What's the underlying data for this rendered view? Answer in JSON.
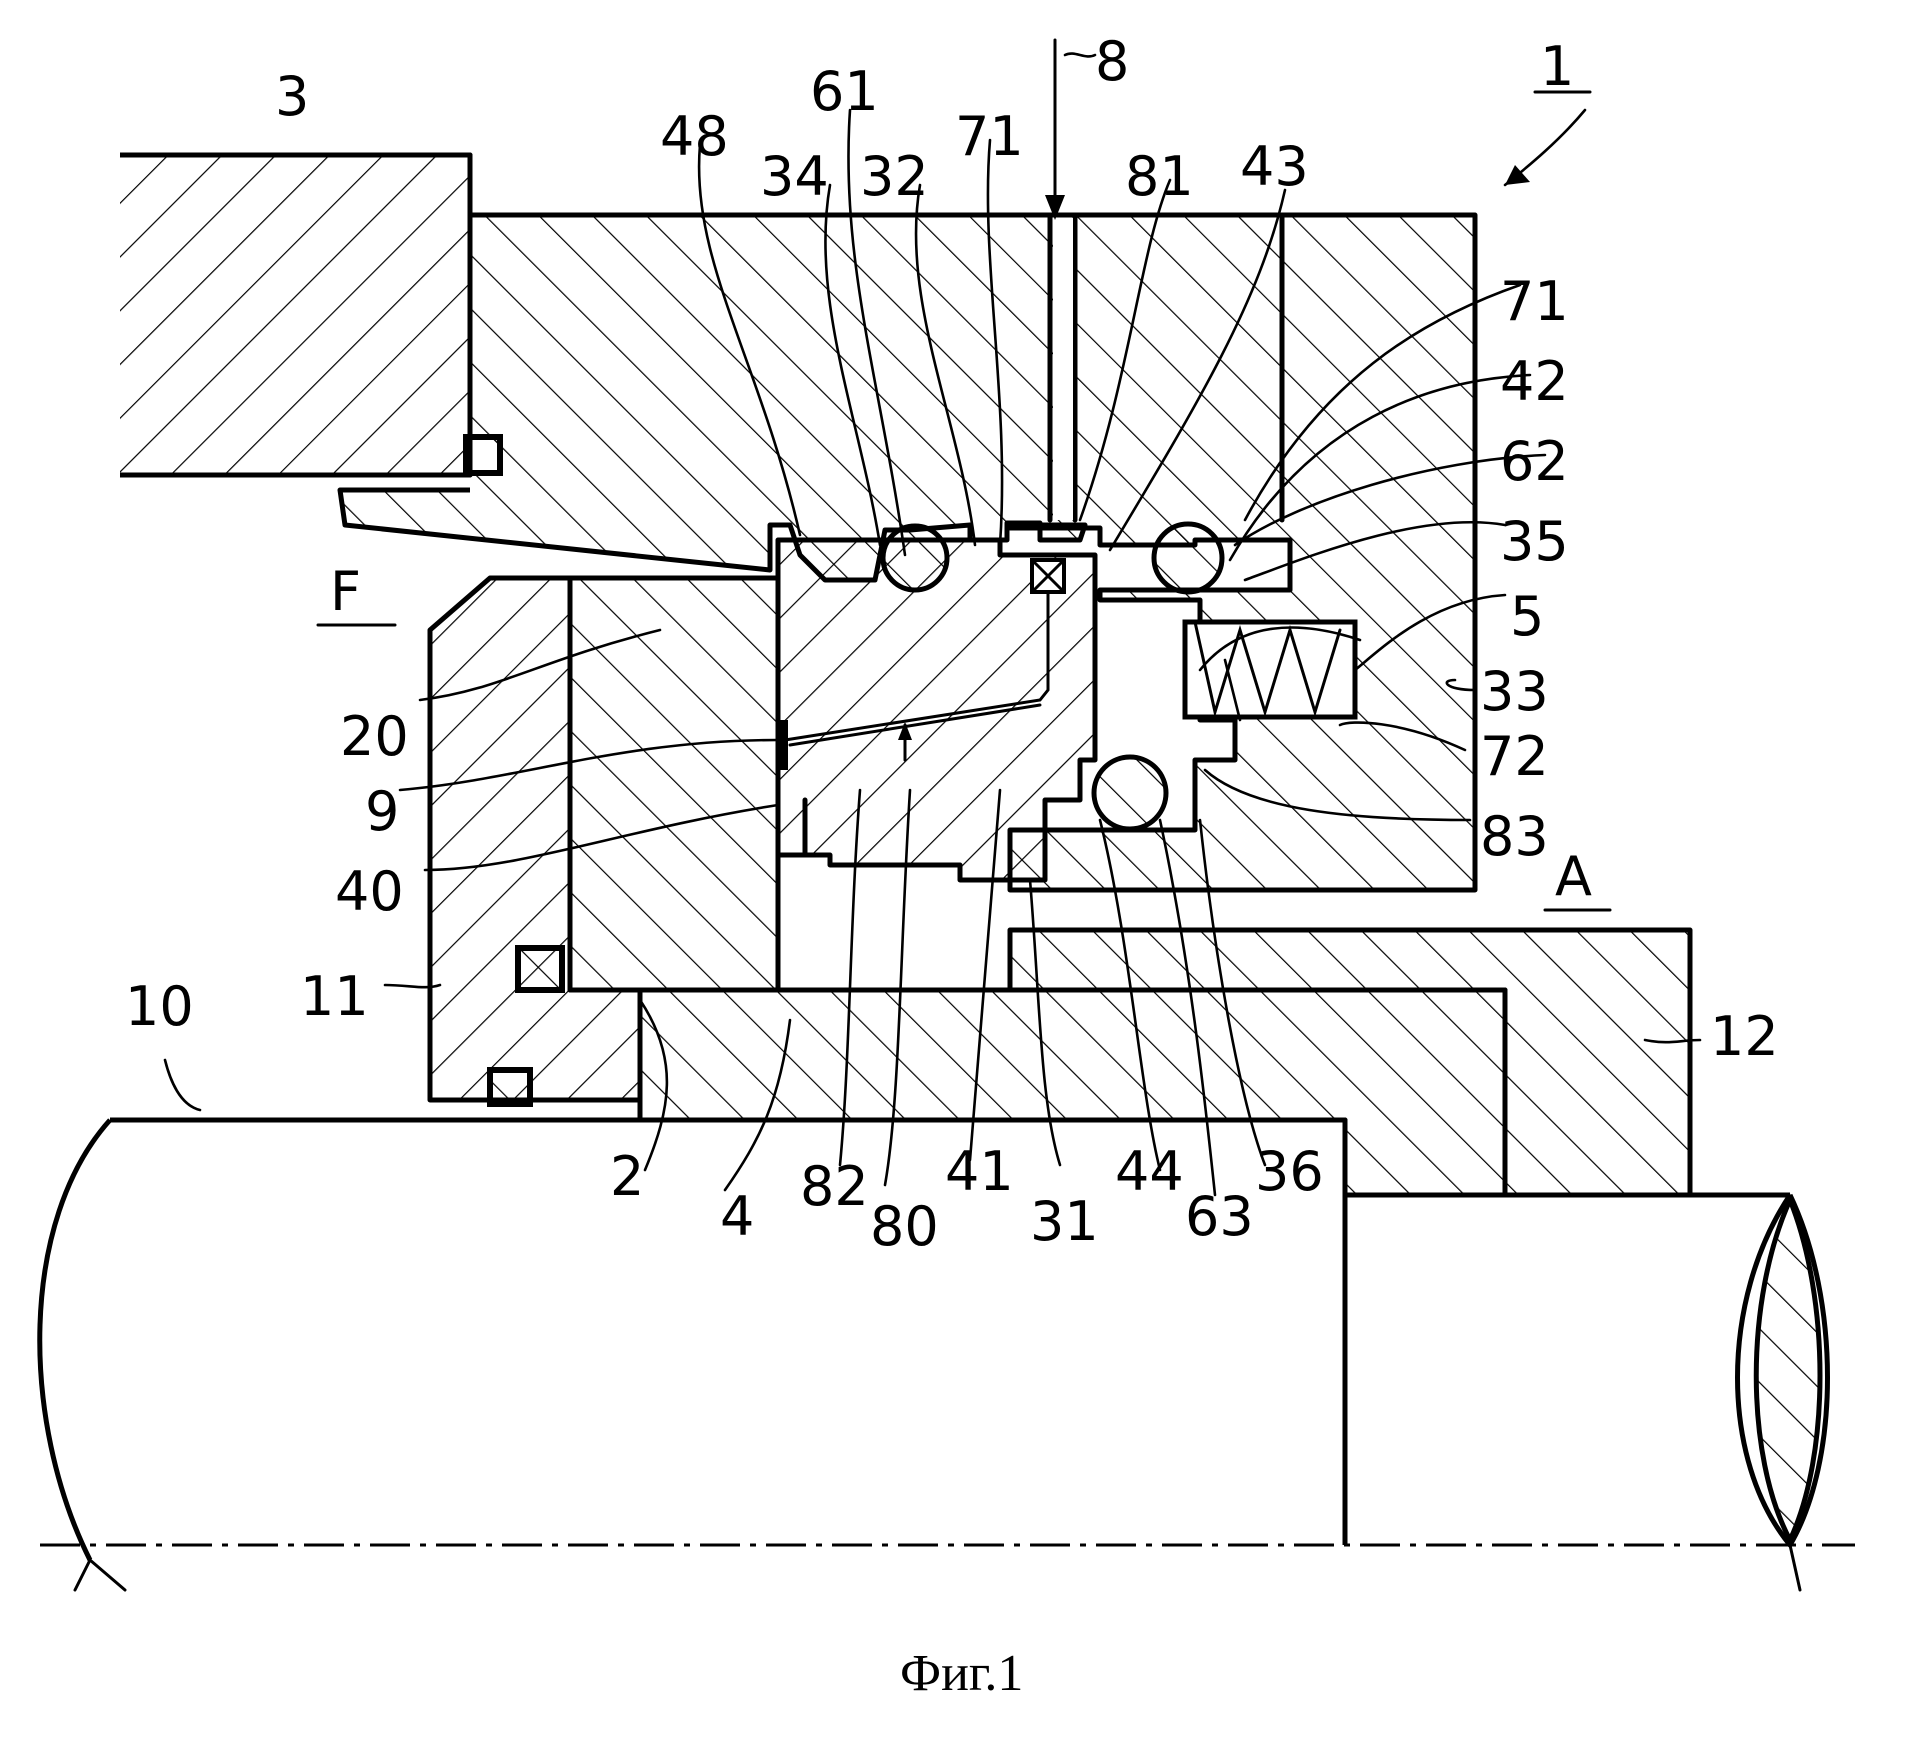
{
  "figure": {
    "caption": "Фиг.1",
    "labels": {
      "l1": "1",
      "l3": "3",
      "l8": "8",
      "l61": "61",
      "l48": "48",
      "l34": "34",
      "l32": "32",
      "l71a": "71",
      "l81": "81",
      "l43": "43",
      "l71b": "71",
      "l42": "42",
      "l62": "62",
      "l35": "35",
      "l5": "5",
      "l33": "33",
      "l72": "72",
      "l83": "83",
      "lF": "F",
      "lA": "A",
      "l20": "20",
      "l9": "9",
      "l40": "40",
      "l11": "11",
      "l10": "10",
      "l12": "12",
      "l2": "2",
      "l4": "4",
      "l82": "82",
      "l80": "80",
      "l41": "41",
      "l31": "31",
      "l44": "44",
      "l63": "63",
      "l36": "36"
    }
  }
}
